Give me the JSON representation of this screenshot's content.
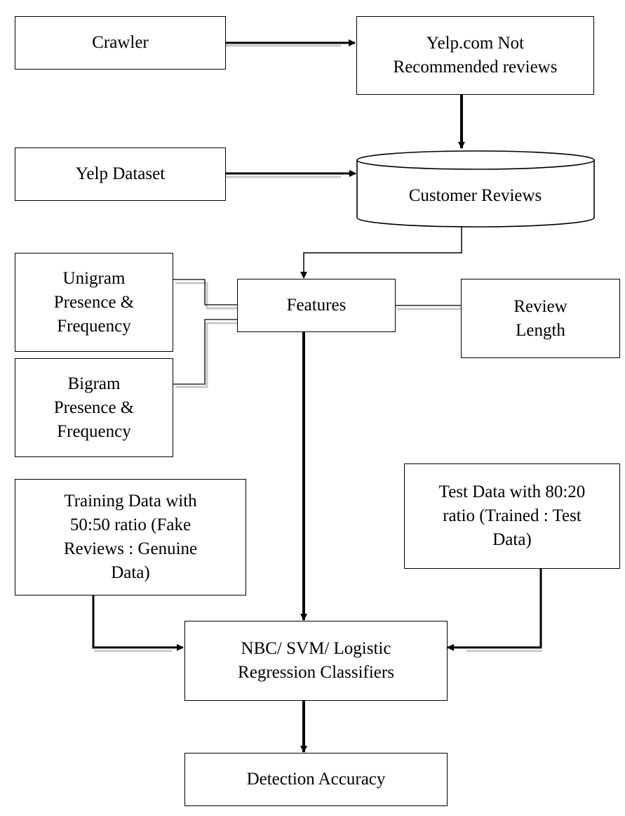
{
  "nodes": {
    "crawler": "Crawler",
    "yelp_not_recommended": "Yelp.com Not\nRecommended reviews",
    "yelp_dataset": "Yelp Dataset",
    "customer_reviews": "Customer Reviews",
    "unigram": "Unigram\nPresence &\nFrequency",
    "bigram": "Bigram\nPresence &\nFrequency",
    "features": "Features",
    "review_length": "Review\nLength",
    "training_data": "Training Data with\n50:50 ratio (Fake\nReviews : Genuine\nData)",
    "test_data": "Test Data with 80:20\nratio (Trained : Test\nData)",
    "classifiers": "NBC/ SVM/ Logistic\nRegression Classifiers",
    "detection_accuracy": "Detection Accuracy"
  }
}
